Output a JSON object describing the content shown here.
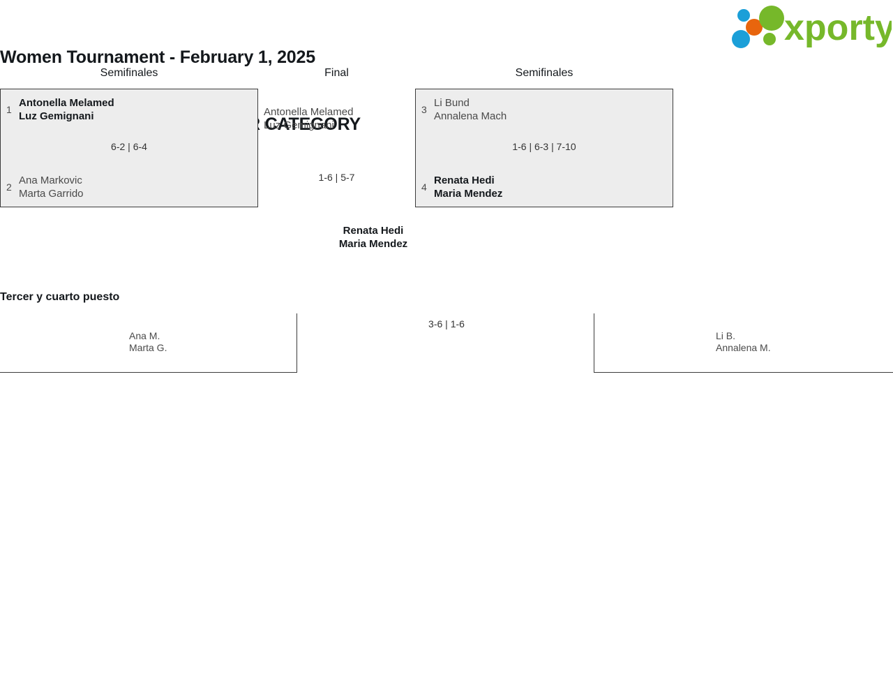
{
  "header": {
    "title_line1": "Women Tournament - February 1, 2025",
    "title_line2": "Cuadro de consolación. SILVER CATEGORY"
  },
  "brand": {
    "name": "xporty",
    "colors": {
      "green": "#76b82a",
      "blue": "#1b9fd8",
      "orange": "#e8650d"
    }
  },
  "rounds": {
    "left_label": "Semifinales",
    "final_label": "Final",
    "right_label": "Semifinales"
  },
  "bracket": {
    "semifinal_left": {
      "score": "6-2 | 6-4",
      "teams": [
        {
          "seed": "1",
          "player1": "Antonella Melamed",
          "player2": "Luz Gemignani",
          "winner": true
        },
        {
          "seed": "2",
          "player1": "Ana Markovic",
          "player2": "Marta Garrido",
          "winner": false
        }
      ]
    },
    "semifinal_right": {
      "score": "1-6 | 6-3 | 7-10",
      "teams": [
        {
          "seed": "3",
          "player1": "Li Bund",
          "player2": "Annalena Mach",
          "winner": false
        },
        {
          "seed": "4",
          "player1": "Renata Hedi",
          "player2": "Maria Mendez",
          "winner": true
        }
      ]
    },
    "final": {
      "score": "1-6 | 5-7",
      "runner_up": {
        "player1": "Antonella Melamed",
        "player2": "Luz Gemignani"
      },
      "champion": {
        "player1": "Renata Hedi",
        "player2": "Maria Mendez"
      }
    }
  },
  "third_place": {
    "title": "Tercer y cuarto puesto",
    "score": "3-6 | 1-6",
    "left_team": {
      "player1": "Ana M.",
      "player2": "Marta G."
    },
    "right_team": {
      "player1": "Li B.",
      "player2": "Annalena M."
    }
  }
}
